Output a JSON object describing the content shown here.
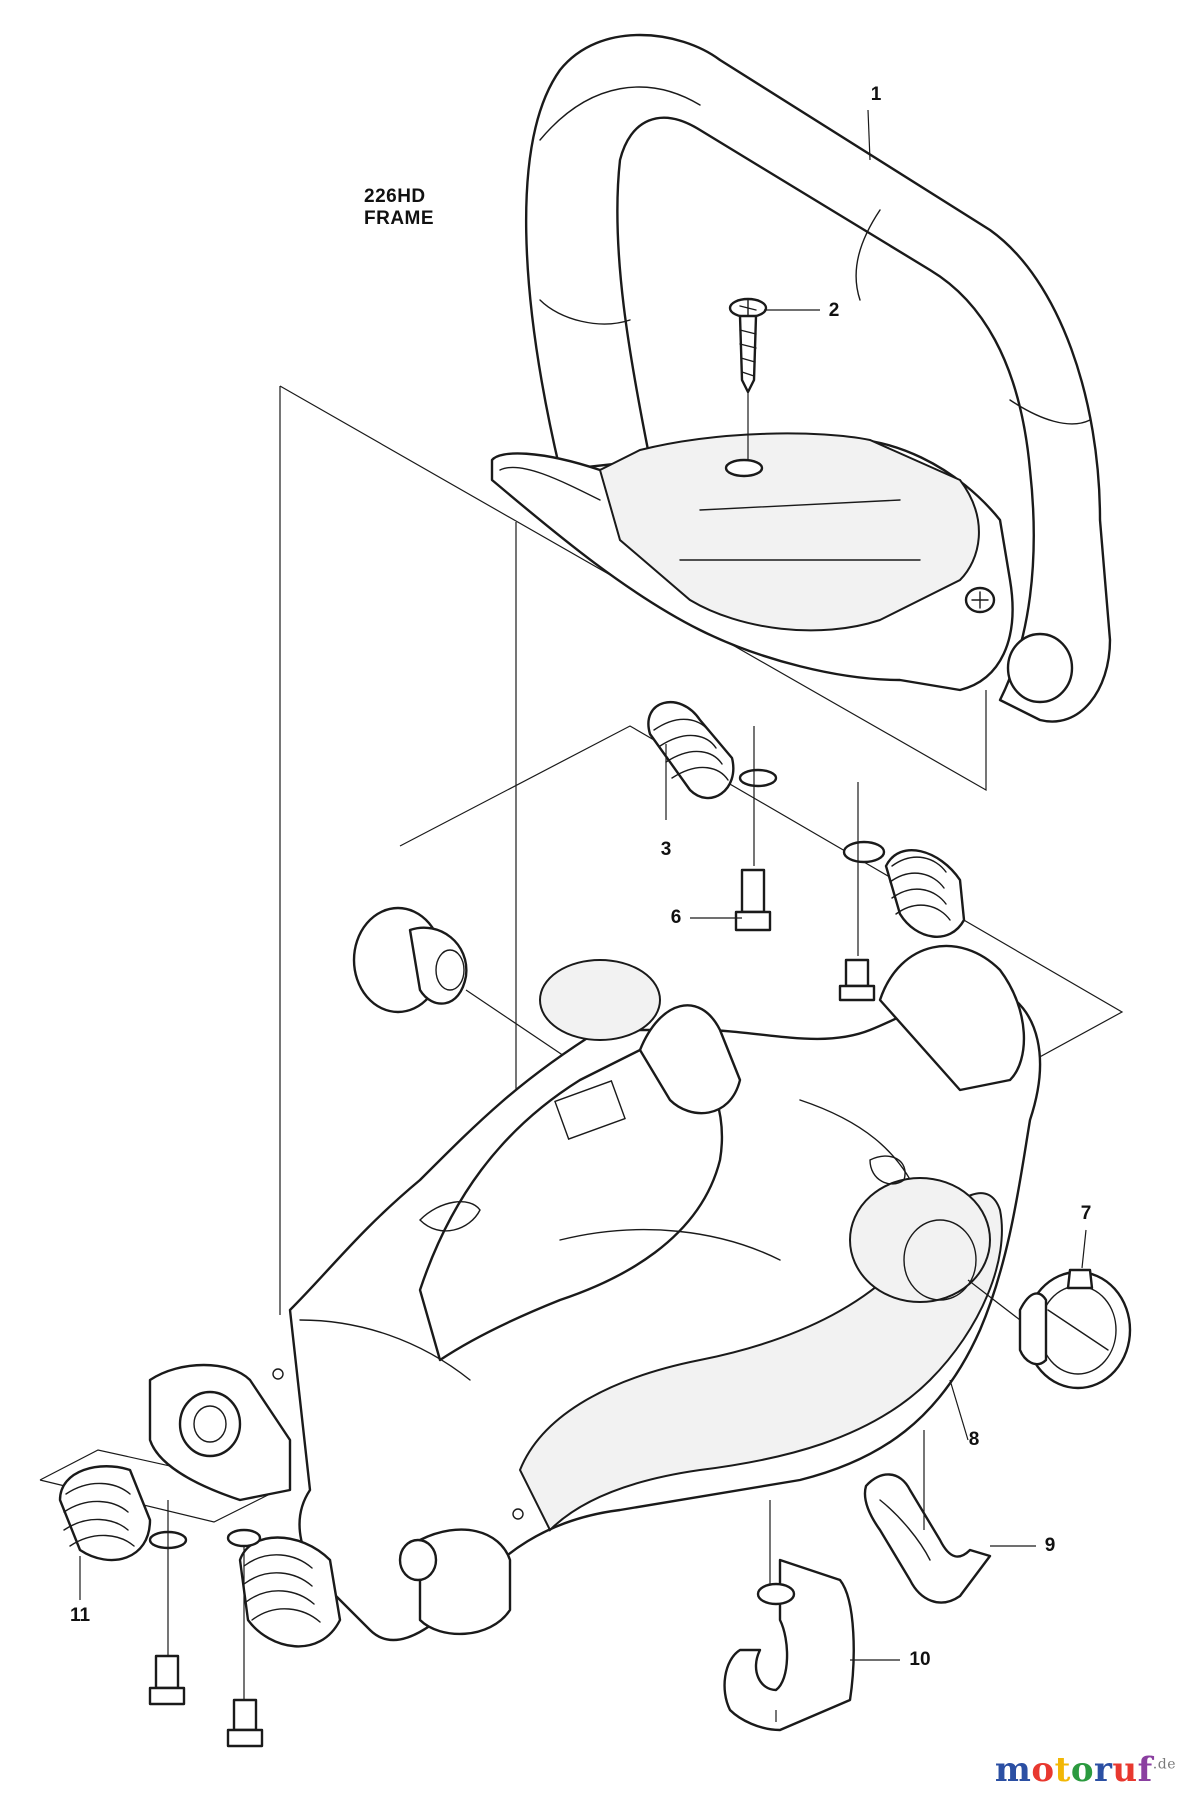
{
  "title": {
    "model": "226HD",
    "section": "FRAME"
  },
  "callouts": [
    "1",
    "2",
    "3",
    "6",
    "7",
    "8",
    "9",
    "10",
    "11"
  ],
  "watermark": {
    "letters": [
      "m",
      "o",
      "t",
      "o",
      "r",
      "u",
      "f"
    ],
    "suffix": ".de",
    "colors": [
      "#2b4fa3",
      "#e8382f",
      "#f2b705",
      "#2b9a3f",
      "#2b4fa3",
      "#e8382f",
      "#8a3fa0"
    ]
  }
}
